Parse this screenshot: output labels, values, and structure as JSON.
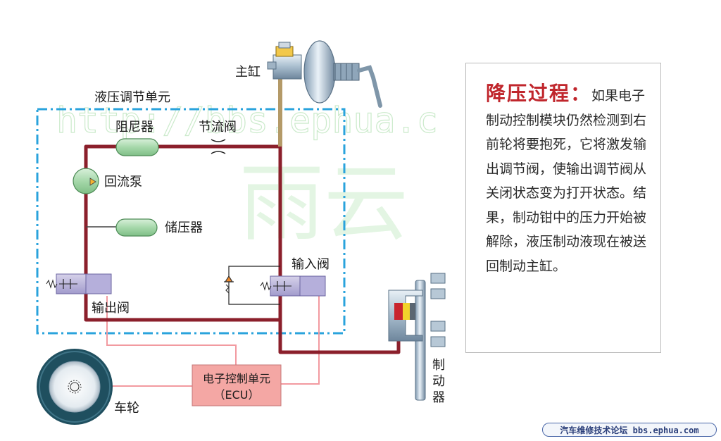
{
  "labels": {
    "master_cylinder": "主缸",
    "hydraulic_unit": "液压调节单元",
    "damper": "阻尼器",
    "throttle_valve": "节流阀",
    "return_pump": "回流泵",
    "accumulator": "储压器",
    "inlet_valve": "输入阀",
    "outlet_valve": "输出阀",
    "ecu_line1": "电子控制单元",
    "ecu_line2": "（ECU）",
    "wheel": "车轮",
    "brake_line1": "制",
    "brake_line2": "动",
    "brake_line3": "器"
  },
  "description": {
    "title": "降压过程：",
    "body": "如果电子制动控制模块仍然检测到右前轮将要抱死，它将激发输出调节阀，使输出调节阀从关闭状态变为打开状态。结果，制动钳中的压力开始被解除，液压制动液现在被送回制动主缸。"
  },
  "watermark": {
    "url": "http://bbs.ephua.c",
    "text": "雨云"
  },
  "footer": "汽车维修技术论坛 bbs.ephua.com",
  "colors": {
    "hydraulic_line": "#8b1f2b",
    "ecu_fill": "#f4a7a4",
    "ecu_wire": "#f29aa0",
    "dash_border": "#2aa3dc",
    "title_red": "#c0262c",
    "component_green": "#9fd4a3"
  }
}
